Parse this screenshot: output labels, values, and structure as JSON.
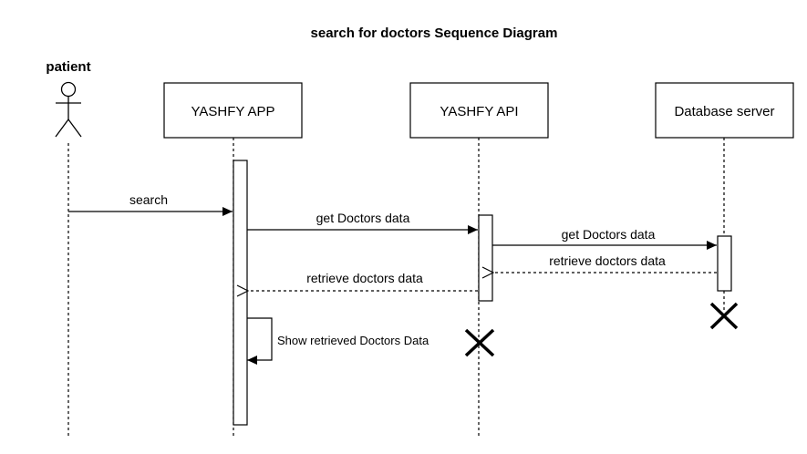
{
  "title": "search for doctors Sequence Diagram",
  "participants": {
    "actor": "patient",
    "app": "YASHFY APP",
    "api": "YASHFY API",
    "db": "Database server"
  },
  "messages": {
    "search": "search",
    "app_to_api": "get Doctors data",
    "api_to_db": "get Doctors data",
    "db_to_api": "retrieve doctors data",
    "api_to_app": "retrieve doctors data",
    "self_msg": "Show retrieved Doctors Data"
  }
}
